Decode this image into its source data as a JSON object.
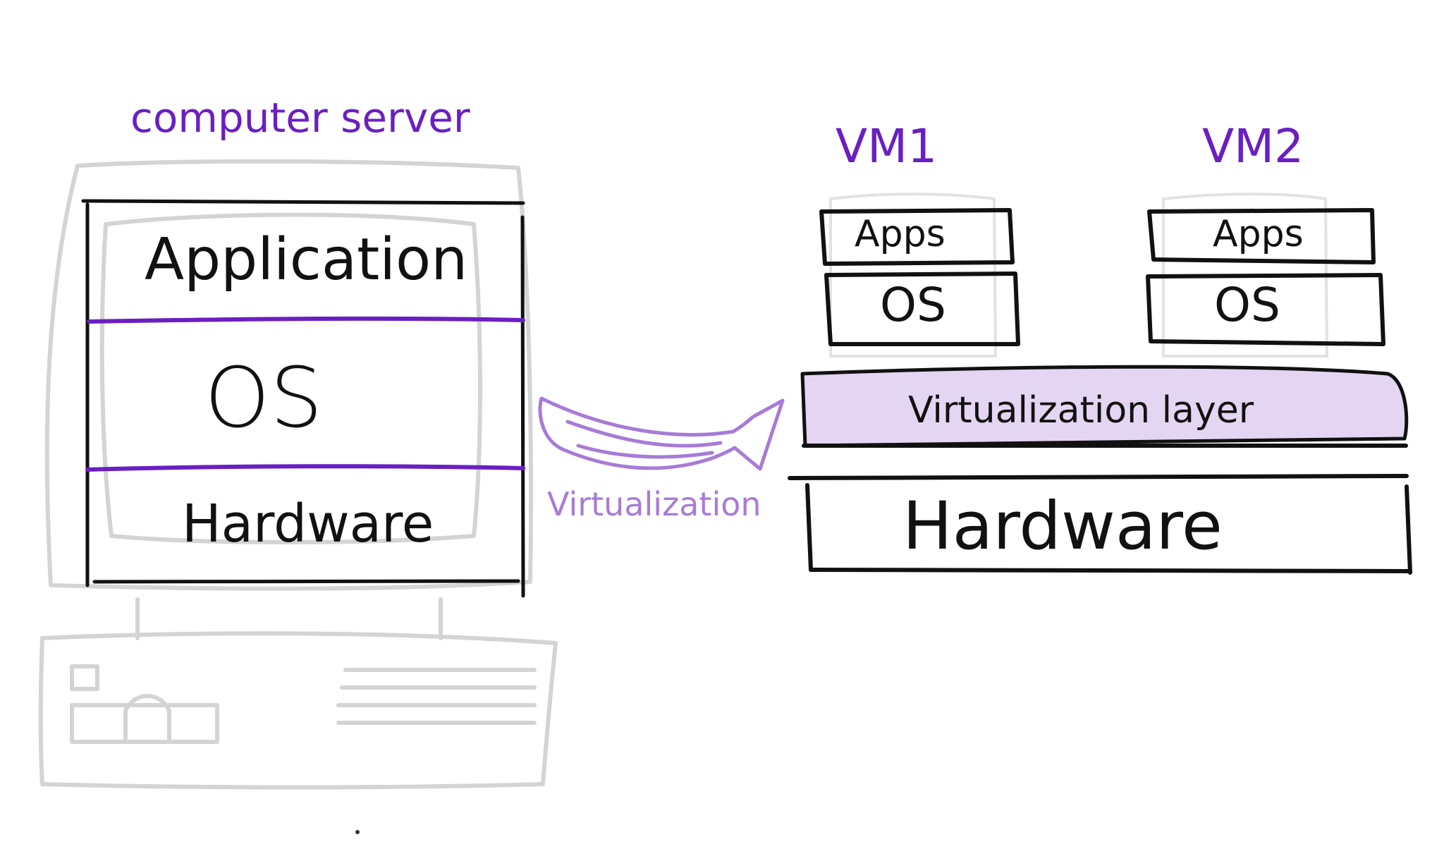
{
  "diagram": {
    "left": {
      "title": "computer server",
      "layers": [
        "Application",
        "OS",
        "Hardware"
      ]
    },
    "arrow_label": "Virtualization",
    "right": {
      "vms": [
        {
          "name": "VM1",
          "apps": "Apps",
          "os": "OS"
        },
        {
          "name": "VM2",
          "apps": "Apps",
          "os": "OS"
        }
      ],
      "virtualization_layer": "Virtualization layer",
      "hardware": "Hardware"
    }
  },
  "colors": {
    "accent_purple": "#6a1fc2",
    "light_purple": "#a77bd8",
    "layer_fill": "#e4d6f2",
    "ink": "#111111",
    "sketch_gray": "#d4d4d4"
  }
}
